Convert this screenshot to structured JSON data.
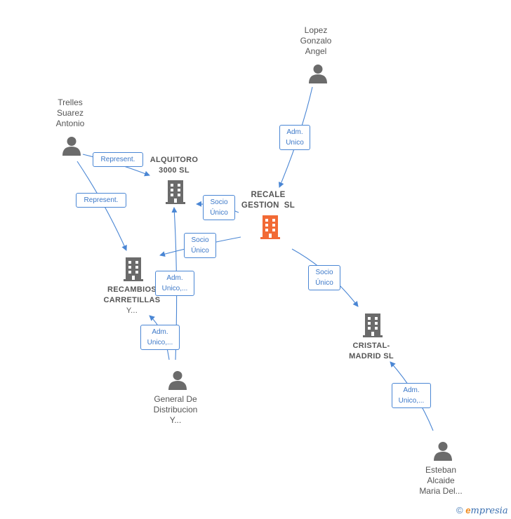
{
  "nodes": {
    "lopez": {
      "label_lines": [
        "Lopez",
        "Gonzalo",
        "Angel"
      ],
      "type": "person"
    },
    "trelles": {
      "label_lines": [
        "Trelles",
        "Suarez",
        "Antonio"
      ],
      "type": "person"
    },
    "general": {
      "label_lines": [
        "General De",
        "Distribucion",
        "Y..."
      ],
      "type": "person"
    },
    "esteban": {
      "label_lines": [
        "Esteban",
        "Alcaide",
        "Maria Del..."
      ],
      "type": "person"
    },
    "alquitoro": {
      "label_lines": [
        "ALQUITORO",
        "3000 SL"
      ],
      "type": "company"
    },
    "recale": {
      "label_lines": [
        "RECALE",
        "GESTION  SL"
      ],
      "type": "company-main"
    },
    "recambios": {
      "label_lines": [
        "RECAMBIOS",
        "CARRETILLAS",
        "Y..."
      ],
      "type": "company"
    },
    "cristal": {
      "label_lines": [
        "CRISTAL-",
        "MADRID SL"
      ],
      "type": "company"
    }
  },
  "edge_labels": {
    "lopez_recale": [
      "Adm.",
      "Unico"
    ],
    "trelles_alquitoro": [
      "Represent."
    ],
    "trelles_recambios": [
      "Represent."
    ],
    "recale_alquitoro": [
      "Socio",
      "Único"
    ],
    "recale_recambios": [
      "Socio",
      "Único"
    ],
    "recale_cristal": [
      "Socio",
      "Único"
    ],
    "general_alquitoro": [
      "Adm.",
      "Unico,..."
    ],
    "general_recambios": [
      "Adm.",
      "Unico,..."
    ],
    "esteban_cristal": [
      "Adm.",
      "Unico,..."
    ]
  },
  "colors": {
    "edge": "#4a86d4",
    "person_icon": "#6b6b6b",
    "company_icon": "#6b6b6b",
    "main_company_icon": "#f26a35"
  },
  "credit": {
    "symbol": "©",
    "brand_initial": "e",
    "brand_rest": "mpresia"
  }
}
